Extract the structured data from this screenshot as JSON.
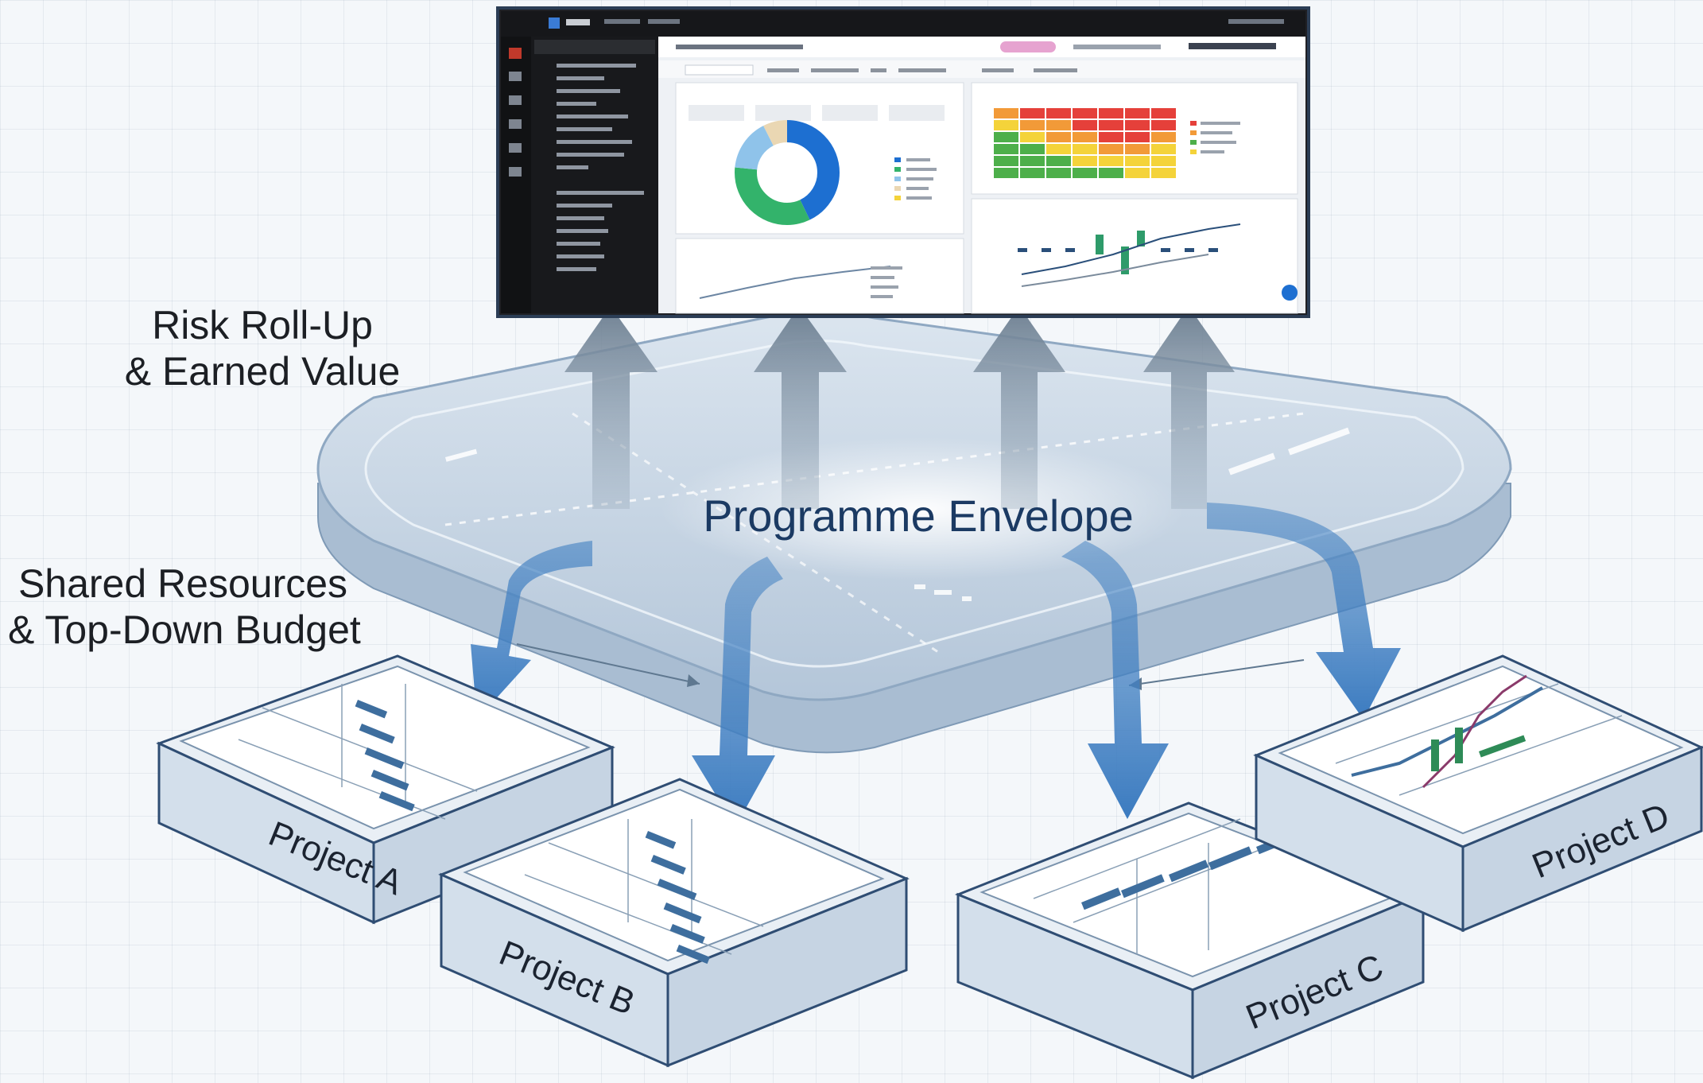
{
  "labels": {
    "risk_rollup_line1": "Risk Roll-Up",
    "risk_rollup_line2": "& Earned Value",
    "shared_line1": "Shared Resources",
    "shared_line2": "& Top-Down Budget",
    "programme": "Programme Envelope"
  },
  "projects": [
    {
      "name": "Project A"
    },
    {
      "name": "Project B"
    },
    {
      "name": "Project C"
    },
    {
      "name": "Project D"
    }
  ],
  "colors": {
    "up_arrow": "#7d8d9c",
    "down_arrow": "#3f7fc1",
    "platform_top": "#c7d5e4",
    "platform_edge": "#8fa8c2",
    "box_line": "#2f4d73",
    "risk_red": "#e5403a",
    "risk_orange": "#f29a38",
    "risk_yellow": "#f4d33a",
    "risk_green": "#4daf4a",
    "donut_blue": "#1d6fd1",
    "donut_green": "#33b36b",
    "donut_lightblue": "#8fc3ea",
    "donut_beige": "#ead7b3"
  },
  "dashboard": {
    "icons": [
      "menu-icon",
      "gear-icon",
      "chart-icon",
      "file-icon",
      "user-icon",
      "bell-icon"
    ]
  }
}
